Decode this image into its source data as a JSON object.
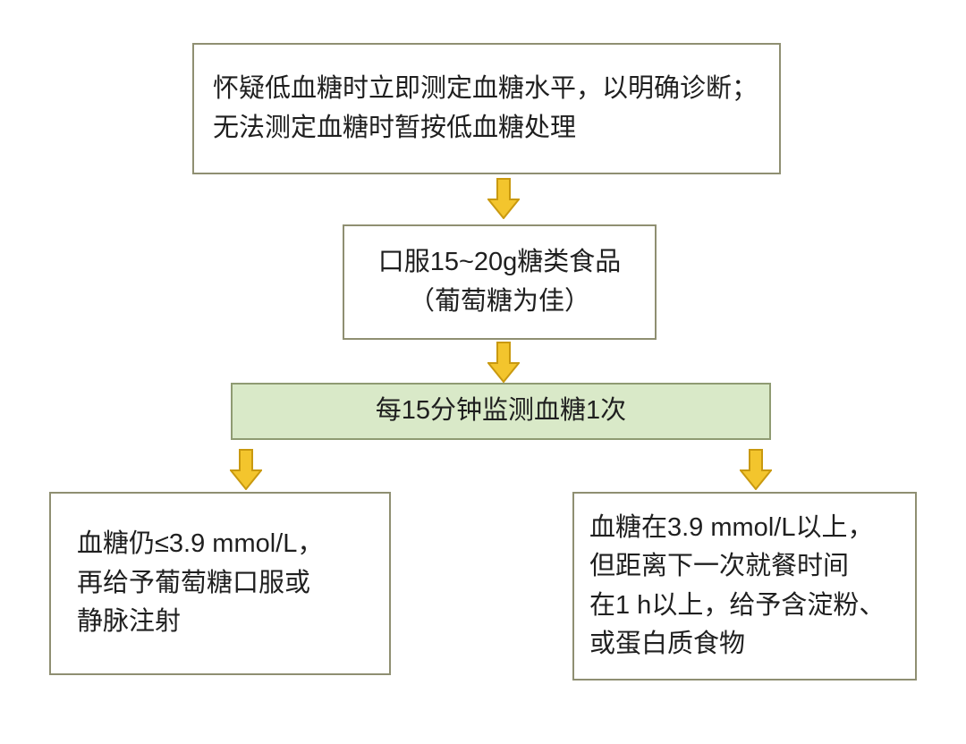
{
  "colors": {
    "box_border": "#8f8f72",
    "green_fill": "#d9e9c8",
    "green_border": "#8f9b72",
    "arrow_fill": "#f3c52d",
    "arrow_stroke": "#c9990f",
    "text": "#1f1f1f"
  },
  "flowchart": {
    "step1": {
      "lines": [
        "怀疑低血糖时立即测定血糖水平，以明确诊断；",
        "无法测定血糖时暂按低血糖处理"
      ]
    },
    "step2": {
      "lines": [
        "口服15~20g糖类食品",
        "（葡萄糖为佳）"
      ]
    },
    "step3": {
      "label": "每15分钟监测血糖1次"
    },
    "branch_left": {
      "lines": [
        "血糖仍≤3.9 mmol/L，",
        "再给予葡萄糖口服或",
        "静脉注射"
      ]
    },
    "branch_right": {
      "lines": [
        "血糖在3.9 mmol/L以上，",
        "但距离下一次就餐时间",
        "在1 h以上，给予含淀粉、",
        "或蛋白质食物"
      ]
    }
  }
}
